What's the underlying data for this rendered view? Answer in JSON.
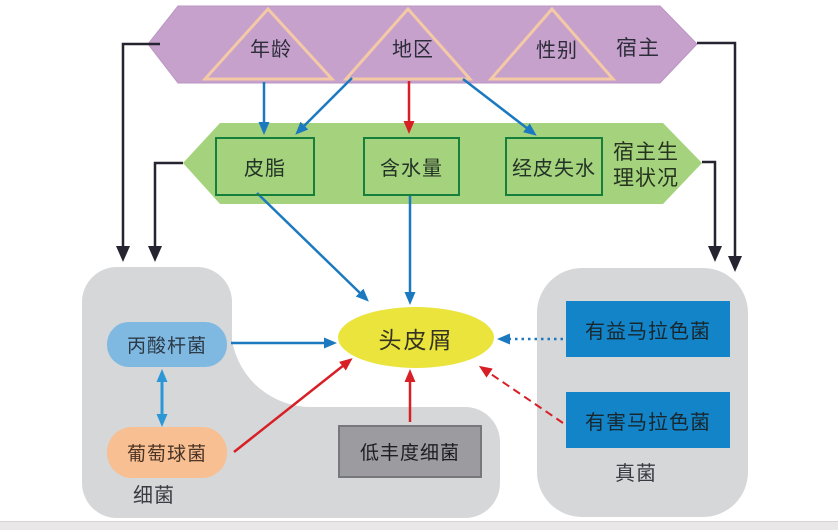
{
  "host_group": {
    "label": "宿主",
    "items": [
      "年龄",
      "地区",
      "性别"
    ]
  },
  "physiology_group": {
    "label": "宿主生理状况",
    "items": [
      "皮脂",
      "含水量",
      "经皮失水"
    ]
  },
  "outcome": {
    "label": "头皮屑"
  },
  "bacteria_group": {
    "label": "细菌",
    "items": [
      "丙酸杆菌",
      "葡萄球菌"
    ]
  },
  "low_abundance": {
    "label": "低丰度细菌"
  },
  "fungi_group": {
    "label": "真菌",
    "items": [
      "有益马拉色菌",
      "有害马拉色菌"
    ]
  },
  "colors": {
    "host_fill": "#c6a1cc",
    "triangle_outline": "#f4c9a6",
    "physiology_fill": "#a5d37d",
    "physiology_box_border": "#15803b",
    "outcome_fill": "#eae43d",
    "group_fill": "#d5d7d9",
    "fungi_box_fill": "#1384c7",
    "propionibacterium_fill": "#7fb9e2",
    "staphylococcus_fill": "#f8bf92",
    "low_abundance_fill": "#9c9ca0",
    "arrow_black": "#262430",
    "arrow_blue": "#1b79c0",
    "arrow_blue_light": "#2d97d6",
    "arrow_red": "#d81f26"
  }
}
